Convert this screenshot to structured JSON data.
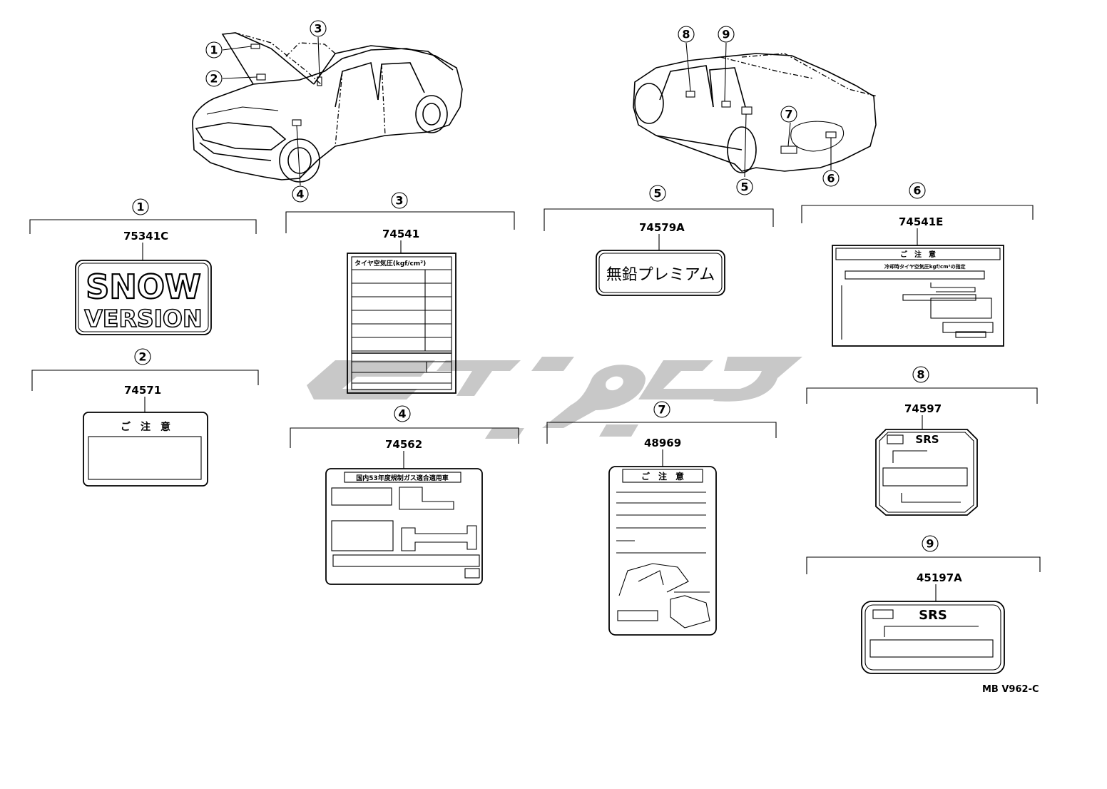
{
  "callouts": [
    "1",
    "2",
    "3",
    "4",
    "5",
    "6",
    "7",
    "8",
    "9"
  ],
  "labels": {
    "l1": {
      "part": "75341C",
      "line1": "SNOW",
      "line2": "VERSION"
    },
    "l2": {
      "part": "74571",
      "heading": "ご　注　意"
    },
    "l3": {
      "part": "74541",
      "heading": "タイヤ空気圧(kgf/cm²)"
    },
    "l4": {
      "part": "74562",
      "heading": "国内53年度規制ガス適合適用車"
    },
    "l5": {
      "part": "74579A",
      "text": "無鉛プレミアム"
    },
    "l6": {
      "part": "74541E",
      "heading": "ご　注　意",
      "subheading": "冷却時タイヤ空気圧kgf/cm²の指定"
    },
    "l7": {
      "part": "48969",
      "heading": "ご　注　意"
    },
    "l8": {
      "part": "74597",
      "text": "SRS"
    },
    "l9": {
      "part": "45197A",
      "text": "SRS"
    }
  },
  "watermark": {
    "text": "تویوتا",
    "color": "#c8c8c8"
  },
  "diagram_code": "MB V962-C"
}
